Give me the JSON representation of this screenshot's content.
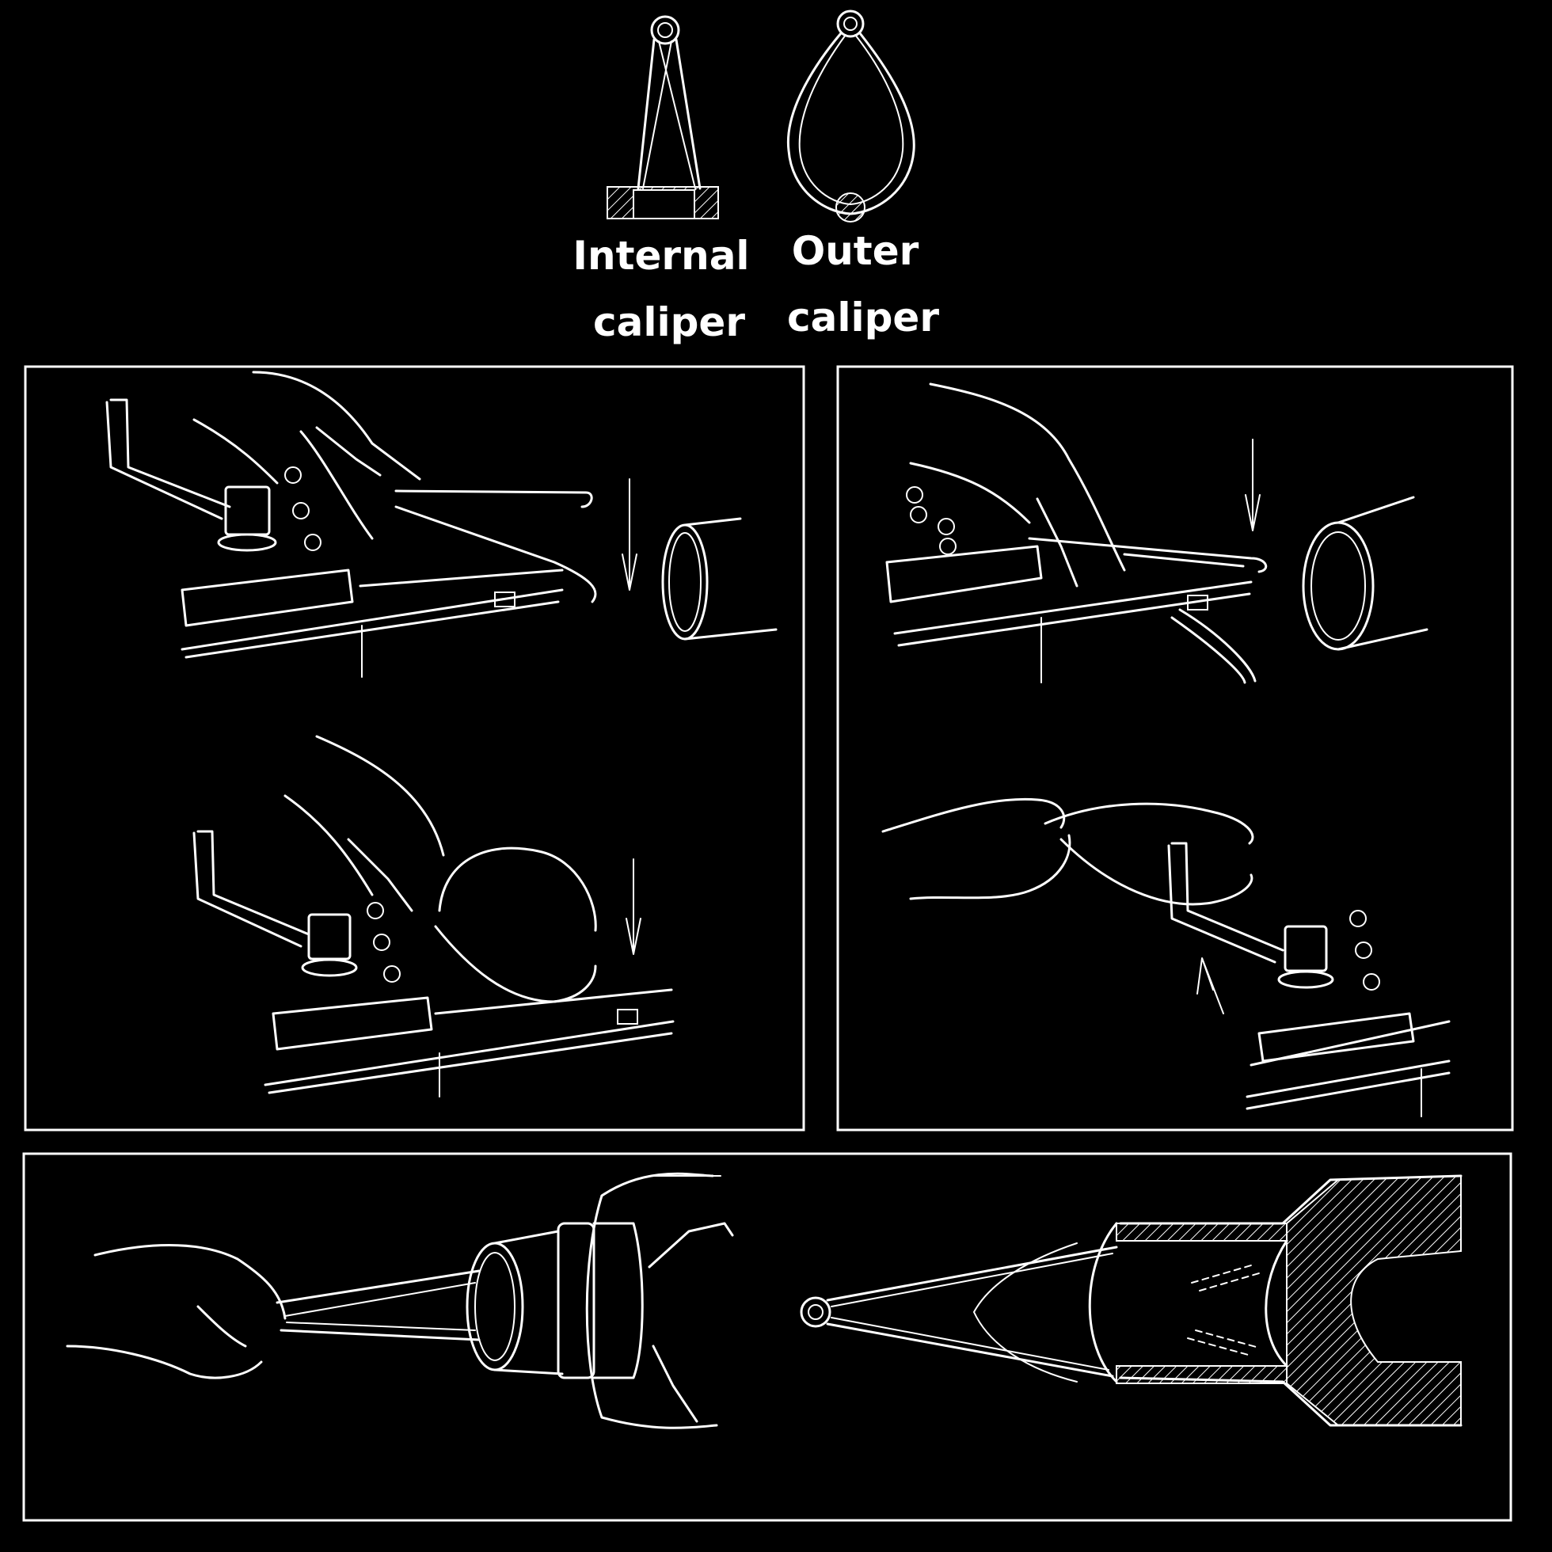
{
  "labels": {
    "internal_line1": "Internal",
    "internal_line2": "caliper",
    "outer_line1": "Outer",
    "outer_line2": "caliper"
  },
  "colors": {
    "background": "#000000",
    "line": "#ffffff"
  }
}
